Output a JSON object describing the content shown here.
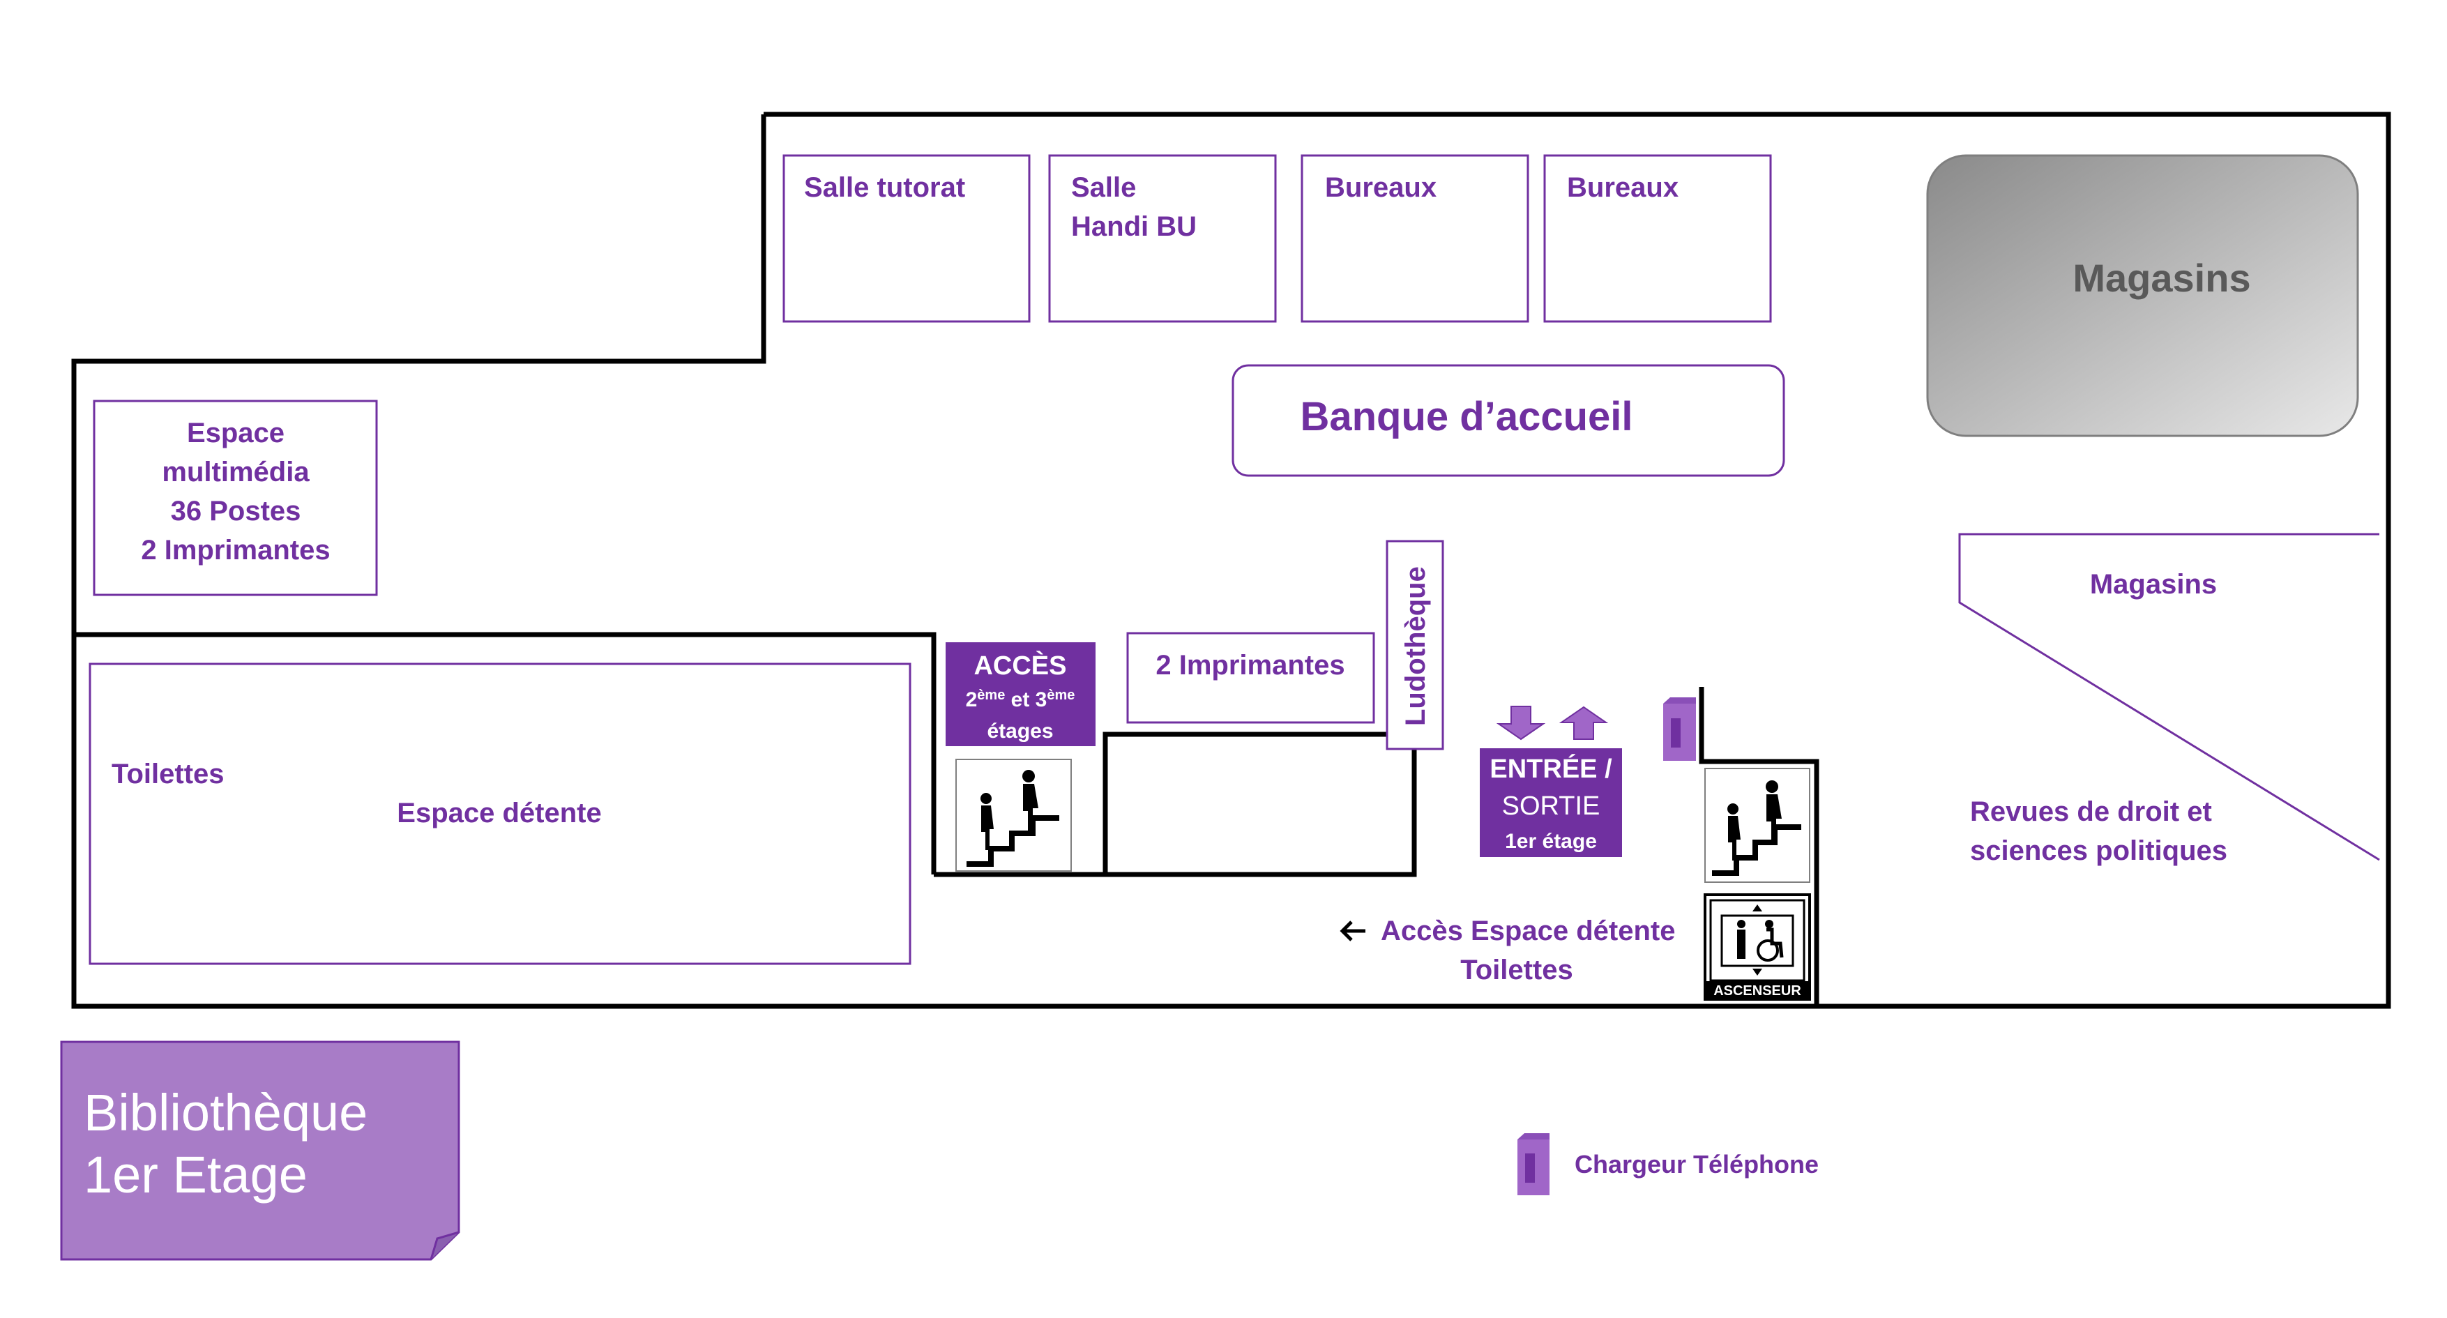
{
  "title": {
    "line1": "Bibliothèque",
    "line2": "1er Etage"
  },
  "rooms": {
    "salle_tutorat": "Salle tutorat",
    "salle_handi_line1": "Salle",
    "salle_handi_line2": "Handi BU",
    "bureaux_1": "Bureaux",
    "bureaux_2": "Bureaux",
    "magasins_top": "Magasins",
    "banque_accueil": "Banque d’accueil",
    "espace_multimedia": [
      "Espace",
      "multimédia",
      "36 Postes",
      "2 Imprimantes"
    ],
    "magasins_right": "Magasins",
    "toilettes": "Toilettes",
    "espace_detente": "Espace détente",
    "imprimantes": "2 Imprimantes",
    "ludotheque": "Ludothèque",
    "revues": [
      "Revues de droit et",
      "sciences politiques"
    ]
  },
  "access_sign": {
    "title": "ACCÈS",
    "sup_a": "ème",
    "mid": " et 3",
    "sup_b": "ème",
    "lead": "2",
    "line3": "étages"
  },
  "entrance_sign": {
    "line1": "ENTRÉE /",
    "line2": "SORTIE",
    "line3": "1er étage"
  },
  "access_detente": {
    "line1": "Accès Espace détente",
    "line2": "Toilettes"
  },
  "elevator_label": "ASCENSEUR",
  "legend": {
    "charger": "Chargeur Téléphone"
  },
  "colors": {
    "accent": "#7030A0",
    "title_box": "#A87CC7",
    "light_purple": "#A066C8",
    "wall": "#000000"
  },
  "icons": [
    "stairs-icon",
    "elevator-icon",
    "wheelchair-icon",
    "phone-charger-icon",
    "arrow-down-icon",
    "arrow-up-icon",
    "arrow-left-icon"
  ]
}
